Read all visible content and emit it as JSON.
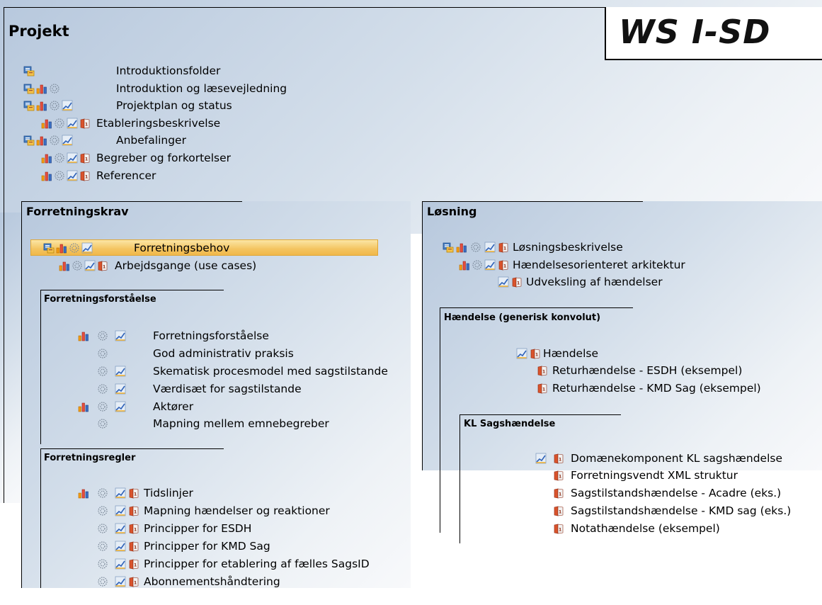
{
  "logo": "WS I-SD",
  "projekt": {
    "title": "Projekt",
    "items": [
      {
        "label": "Introduktionsfolder"
      },
      {
        "label": "Introduktion og læsevejledning"
      },
      {
        "label": "Projektplan og status"
      },
      {
        "label": "Etableringsbeskrivelse"
      },
      {
        "label": "Anbefalinger"
      },
      {
        "label": "Begreber og forkortelser"
      },
      {
        "label": "Referencer"
      }
    ]
  },
  "forretningskrav": {
    "title": "Forretningskrav",
    "items": [
      {
        "label": "Forretningsbehov"
      },
      {
        "label": "Arbejdsgange (use cases)"
      }
    ]
  },
  "forretningsforstaaelse": {
    "title": "Forretningsforståelse",
    "items": [
      {
        "label": "Forretningsforståelse"
      },
      {
        "label": "God administrativ praksis"
      },
      {
        "label": "Skematisk procesmodel med sagstilstande"
      },
      {
        "label": "Værdisæt for sagstilstande"
      },
      {
        "label": "Aktører"
      },
      {
        "label": "Mapning mellem emnebegreber"
      }
    ]
  },
  "forretningsregler": {
    "title": "Forretningsregler",
    "items": [
      {
        "label": "Tidslinjer"
      },
      {
        "label": "Mapning hændelser og reaktioner"
      },
      {
        "label": "Principper for ESDH"
      },
      {
        "label": "Principper for KMD Sag"
      },
      {
        "label": "Principper for etablering af fælles SagsID"
      },
      {
        "label": "Abonnementshåndtering"
      }
    ]
  },
  "loesning": {
    "title": "Løsning",
    "items": [
      {
        "label": "Løsningsbeskrivelse"
      },
      {
        "label": "Hændelsesorienteret arkitektur"
      },
      {
        "label": "Udveksling af hændelser"
      }
    ]
  },
  "haendelse": {
    "title": "Hændelse (generisk konvolut)",
    "items": [
      {
        "label": "Hændelse"
      },
      {
        "label": "Returhændelse - ESDH (eksempel)"
      },
      {
        "label": "Returhændelse - KMD Sag (eksempel)"
      }
    ]
  },
  "kl": {
    "title": "KL Sagshændelse",
    "items": [
      {
        "label": "Domænekomponent KL sagshændelse"
      },
      {
        "label": "Forretningsvendt XML struktur"
      },
      {
        "label": "Sagstilstandshændelse - Acadre (eks.)"
      },
      {
        "label": "Sagstilstandshændelse - KMD sag (eks.)"
      },
      {
        "label": "Notathændelse (eksempel)"
      }
    ]
  }
}
